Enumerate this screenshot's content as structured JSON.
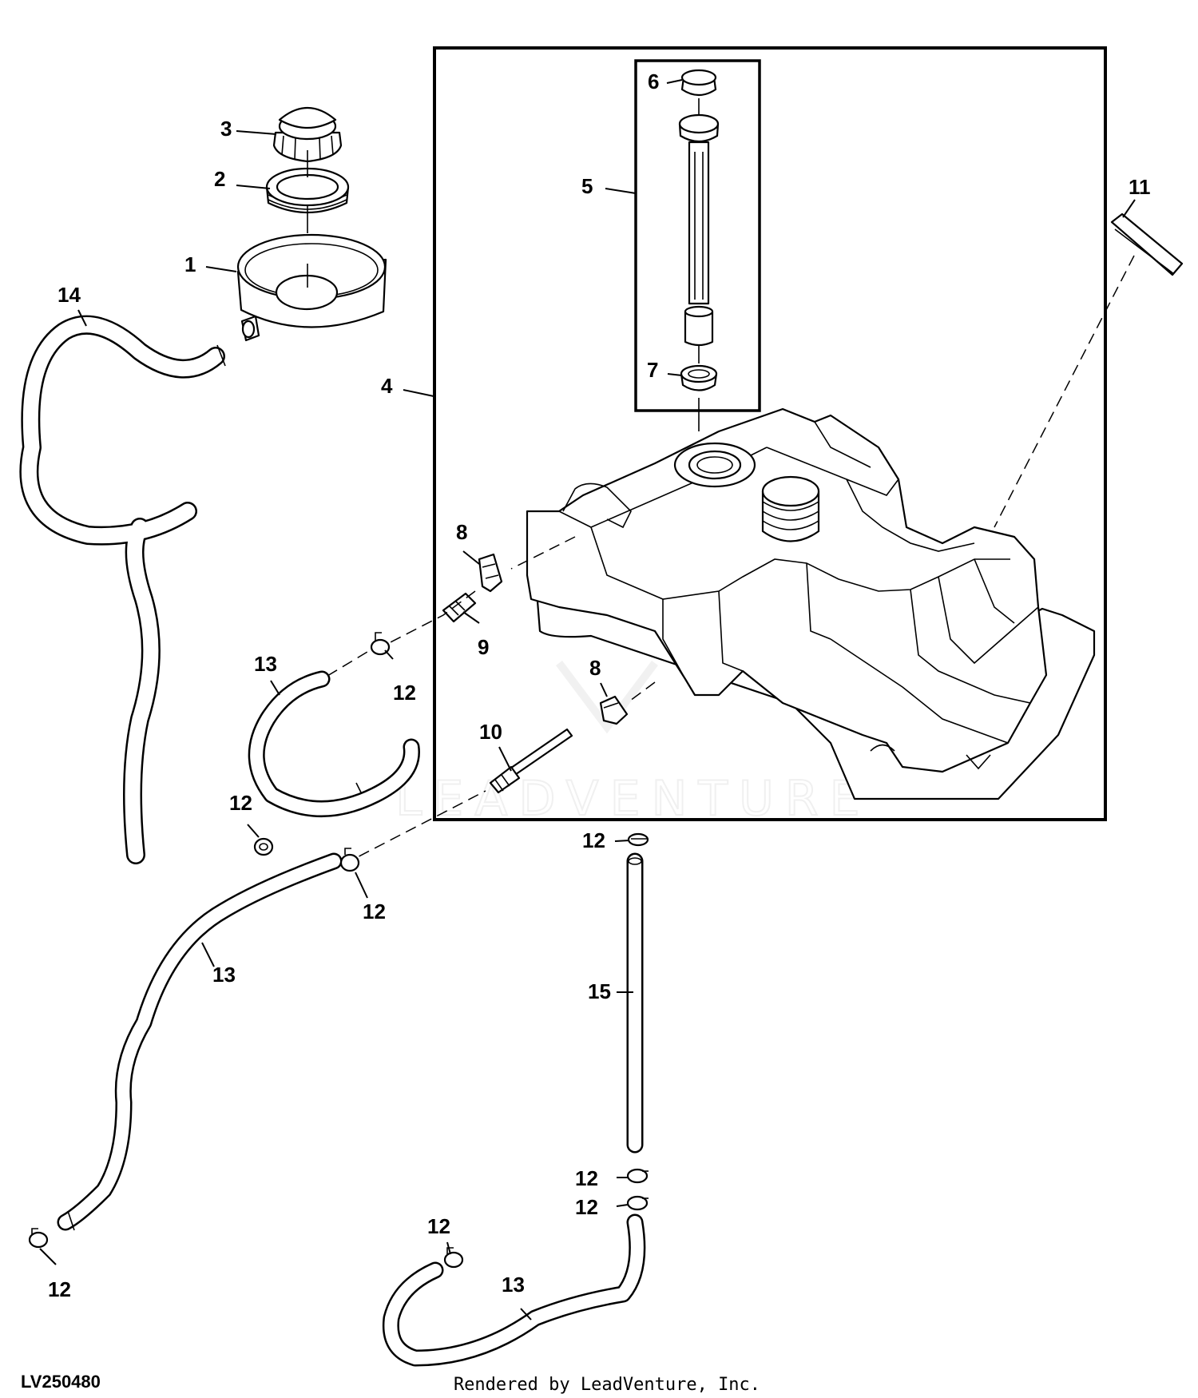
{
  "callouts": {
    "c1": "1",
    "c2": "2",
    "c3": "3",
    "c4": "4",
    "c5": "5",
    "c6": "6",
    "c7": "7",
    "c8a": "8",
    "c8b": "8",
    "c9": "9",
    "c10": "10",
    "c11": "11",
    "c12a": "12",
    "c12b": "12",
    "c12c": "12",
    "c12d": "12",
    "c12e": "12",
    "c12f": "12",
    "c12g": "12",
    "c12h": "12",
    "c13a": "13",
    "c13b": "13",
    "c13c": "13",
    "c14": "14",
    "c15": "15"
  },
  "watermark": "LEADVENTURE",
  "figure_id": "LV250480",
  "footer": "Rendered by LeadVenture, Inc."
}
